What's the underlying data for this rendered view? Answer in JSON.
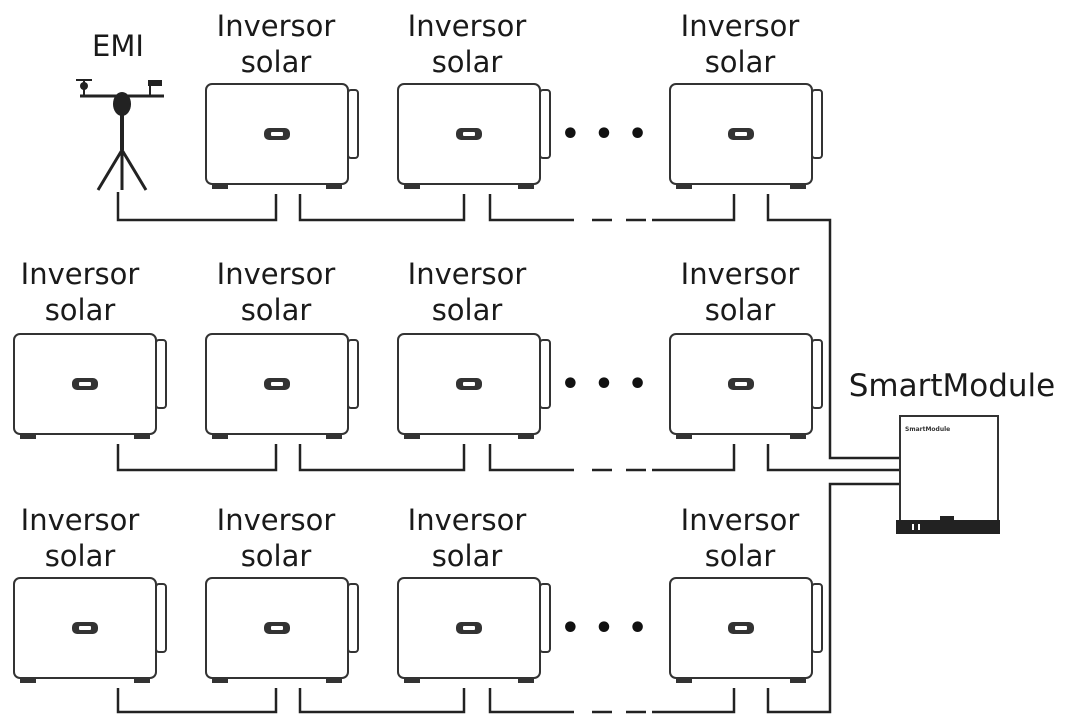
{
  "emi_label": "EMI",
  "inverter_label_line1": "Inversor",
  "inverter_label_line2": "solar",
  "ellipsis": "• • •",
  "smartmodule_label": "SmartModule",
  "smartmodule_panel_text": "SmartModule",
  "rows": [
    {
      "row": 1,
      "has_emi": true,
      "inverters": 3
    },
    {
      "row": 2,
      "has_emi": false,
      "inverters": 4
    },
    {
      "row": 3,
      "has_emi": false,
      "inverters": 4
    }
  ],
  "colors": {
    "line": "#222222",
    "device_stroke": "#333333",
    "background": "#ffffff"
  }
}
